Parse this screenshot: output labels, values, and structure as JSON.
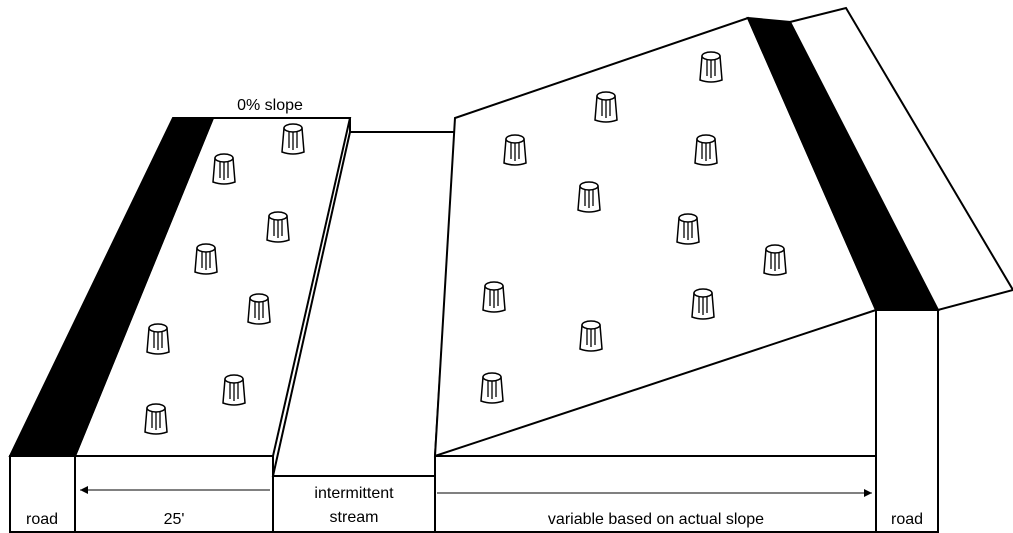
{
  "labels": {
    "slope": "0% slope",
    "road_left": "road",
    "width": "25'",
    "stream": "intermittent\nstream",
    "stream_line1": "intermittent",
    "stream_line2": "stream",
    "variable": "variable based on actual slope",
    "road_right": "road"
  },
  "colors": {
    "line": "#000000",
    "road_band": "#000000",
    "background": "#ffffff"
  },
  "icons": {
    "tree_stump": "stump-icon"
  }
}
